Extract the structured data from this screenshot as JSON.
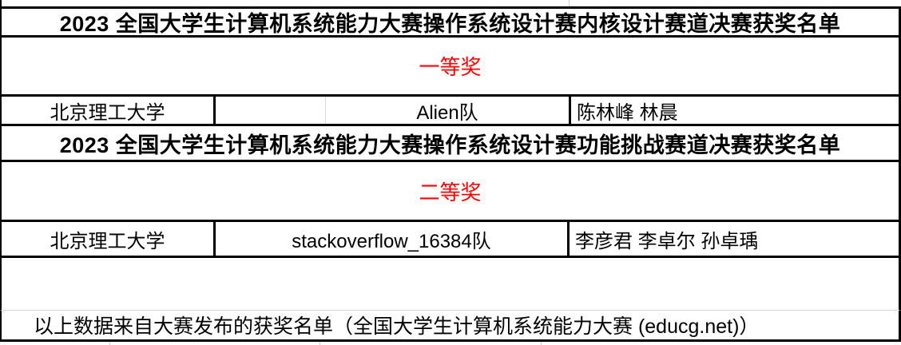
{
  "colors": {
    "award_text": "#ff0000",
    "border": "#000000",
    "gridline": "#d0d0d0",
    "background": "#ffffff"
  },
  "sections": [
    {
      "title": "2023 全国大学生计算机系统能力大赛操作系统设计赛内核设计赛道决赛获奖名单",
      "award": "一等奖",
      "row": {
        "university": "北京理工大学",
        "team": "Alien队",
        "members": "陈林峰 林晨"
      }
    },
    {
      "title": "2023 全国大学生计算机系统能力大赛操作系统设计赛功能挑战赛道决赛获奖名单",
      "award": "二等奖",
      "row": {
        "university": "北京理工大学",
        "team": "stackoverflow_16384队",
        "members": "李彦君 李卓尔 孙卓瑀"
      }
    }
  ],
  "footer": "以上数据来自大赛发布的获奖名单（全国大学生计算机系统能力大赛 (educg.net)）"
}
